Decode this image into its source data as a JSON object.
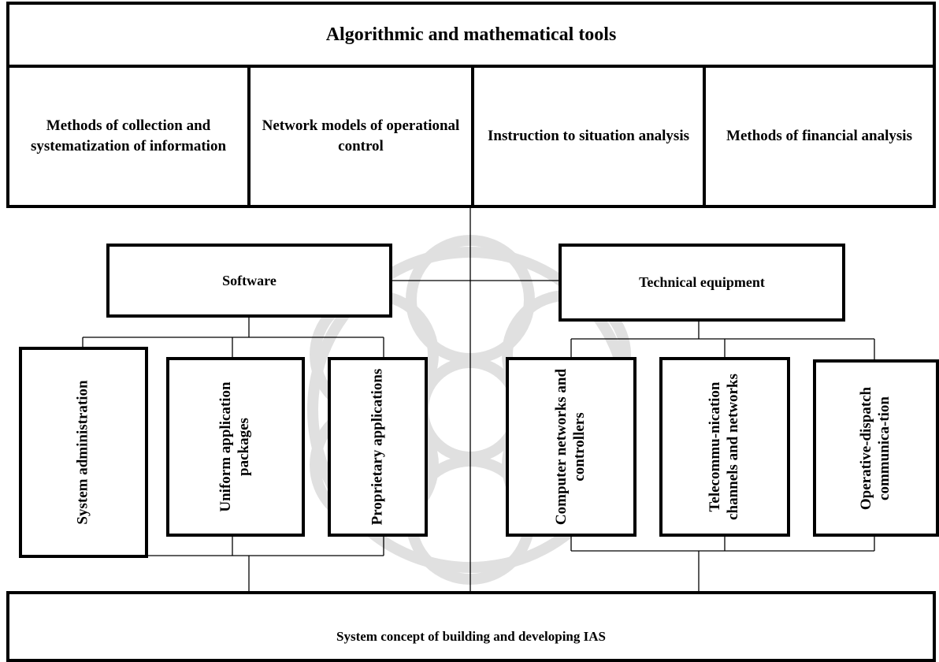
{
  "header": {
    "title": "Algorithmic and mathematical tools"
  },
  "categories": [
    "Methods of collection and systematization of information",
    "Network models of operational control",
    "Instruction to situation analysis",
    "Methods of financial analysis"
  ],
  "software": {
    "label": "Software",
    "children": [
      "System administration",
      "Uniform application packages",
      "Proprietary applications"
    ]
  },
  "technical": {
    "label": "Technical equipment",
    "children": [
      "Computer networks and controllers",
      "Telecommu-nication channels and networks",
      "Operative-dispatch communica-tion"
    ]
  },
  "footer": {
    "label": "System concept of building and developing IAS"
  }
}
